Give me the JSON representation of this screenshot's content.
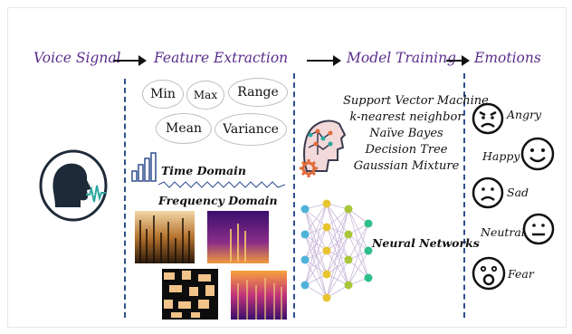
{
  "stages": {
    "voice_signal": "Voice Signal",
    "feature_extraction": "Feature Extraction",
    "model_training": "Model Training",
    "emotions": "Emotions"
  },
  "features": [
    "Min",
    "Max",
    "Range",
    "Mean",
    "Variance"
  ],
  "domains": {
    "time": "Time Domain",
    "frequency": "Frequency Domain"
  },
  "algorithms": [
    "Support Vector Machine",
    "k-nearest neighbor",
    "Naïve Bayes",
    "Decision Tree",
    "Gaussian Mixture"
  ],
  "neural_networks": "Neural Networks",
  "emotion_labels": {
    "angry": "Angry",
    "happy": "Happy",
    "sad": "Sad",
    "neutral": "Neutral",
    "fear": "Fear"
  },
  "colors": {
    "header": "#5b2d8c",
    "divider": "#2f4f8f",
    "head_icon": "#1e2a38",
    "wave": "#2aa7a0",
    "nn_layer1": "#4fb3d9",
    "nn_layer2": "#e8c431",
    "nn_layer3": "#a8c63a",
    "nn_output": "#2fbf8a"
  },
  "icons": [
    "head-voice-icon",
    "bar-chart-icon",
    "ai-head-icon",
    "gear-icon",
    "neural-network-icon"
  ]
}
